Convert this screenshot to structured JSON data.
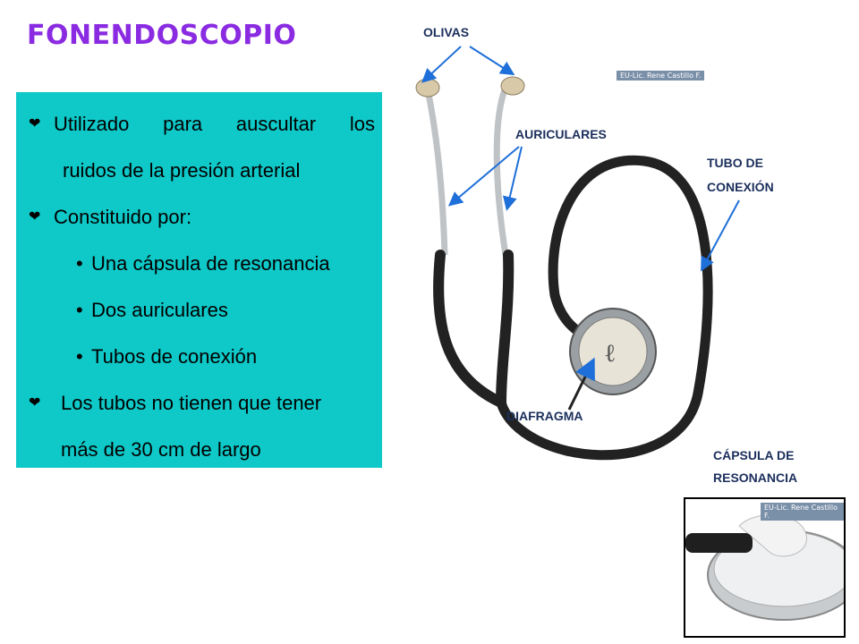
{
  "title": "FONENDOSCOPIO",
  "bullets": {
    "b1_line1": "Utilizado para auscultar los",
    "b1_line2": "ruidos de la presión arterial",
    "b2": "Constituido por:",
    "subs": [
      "Una cápsula de resonancia",
      "Dos auriculares",
      "Tubos de conexión"
    ],
    "b3_line1": "Los tubos no tienen que tener",
    "b3_line2": "más de 30 cm de largo",
    "bullet_symbol": "❤",
    "sub_symbol": "•"
  },
  "labels": {
    "olivas": "OLIVAS",
    "auriculares": "AURICULARES",
    "tubo_line1": "TUBO DE",
    "tubo_line2": "CONEXIÓN",
    "diafragma": "DIAFRAGMA",
    "capsula_line1": "CÁPSULA DE",
    "capsula_line2": "RESONANCIA"
  },
  "watermarks": {
    "main": "EU-Lic. Rene Castillo F.",
    "inset": "EU-Lic. Rene Castillo F."
  },
  "colors": {
    "title": "#8a2be2",
    "box": "#0fc8c8",
    "label_text": "#1b2f5c",
    "arrow": "#1e6fd9"
  }
}
